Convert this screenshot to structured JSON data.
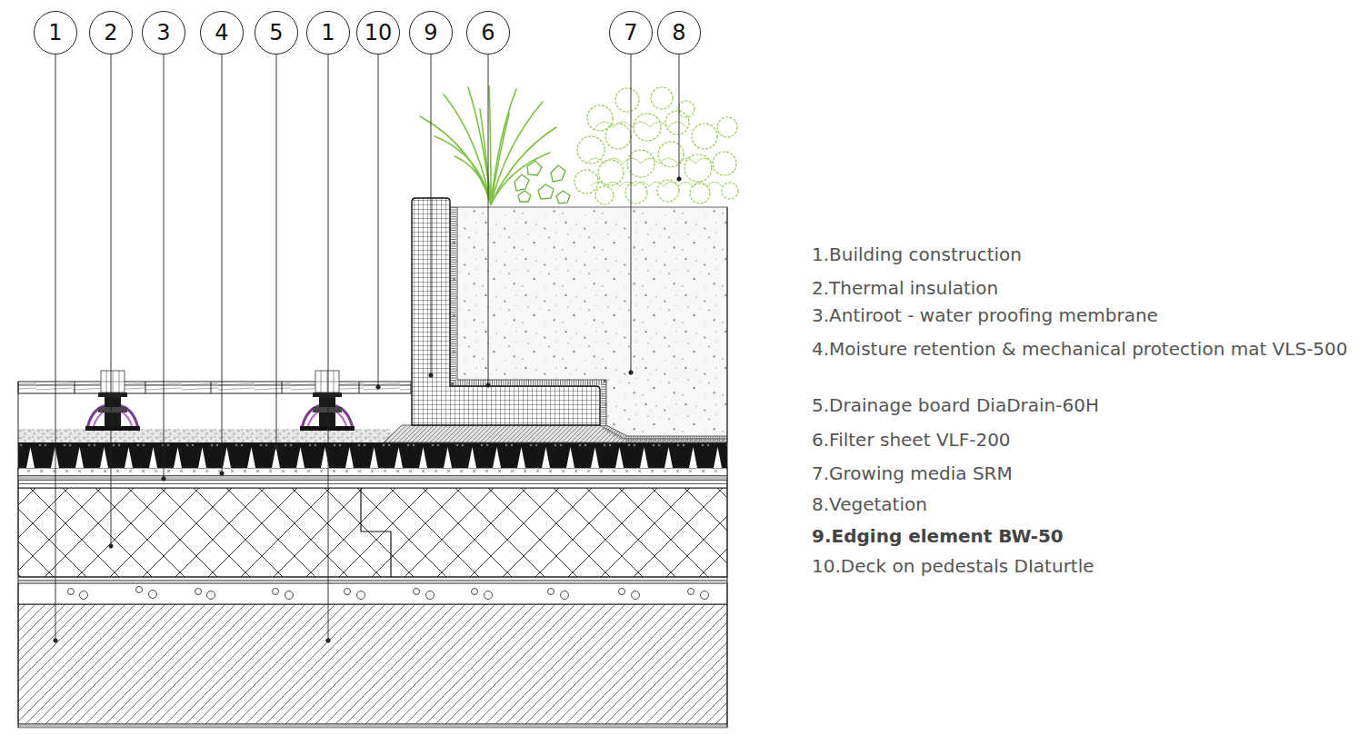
{
  "diagram": {
    "nodes": [
      {
        "text": [
          "1"
        ]
      },
      {
        "text": [
          "2"
        ]
      },
      {
        "text": [
          "3"
        ]
      },
      {
        "text": [
          "4"
        ]
      },
      {
        "text": [
          "5"
        ]
      },
      {
        "text": [
          "1"
        ]
      },
      {
        "text": [
          "10"
        ]
      },
      {
        "text": [
          "9"
        ]
      },
      {
        "text": [
          "6"
        ]
      },
      {
        "text": [
          "7"
        ]
      },
      {
        "text": [
          "8"
        ]
      }
    ],
    "labels": [
      "1.Building construction",
      "2.Thermal insulation",
      "3.Antiroot - water proofing membrane",
      "4.Moisture retention & mechanical protection mat VLS-500",
      "5.Drainage board DiaDrain-60H",
      "6.Filter sheet VLF-200",
      "7.Growing media SRM",
      "8.Vegetation",
      "9.Edging element BW-50",
      "10.Deck on pedestals DIaturtle"
    ]
  }
}
